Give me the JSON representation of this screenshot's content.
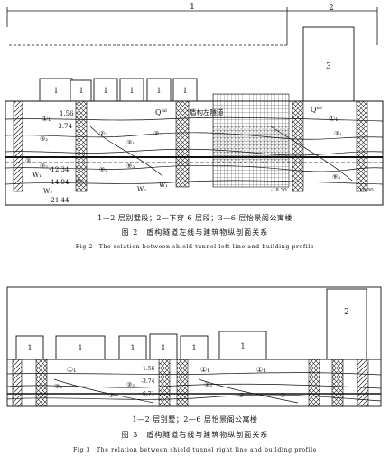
{
  "figure2": {
    "top_labels": [
      "1",
      "2"
    ],
    "buildings": [
      "1",
      "1",
      "1",
      "1",
      "1",
      "1"
    ],
    "tall_building": "3",
    "quaternary_left": "Q",
    "quaternary_left_sup": "ml",
    "quaternary_right": "Q",
    "quaternary_right_sup": "ml",
    "tunnel_label": "盾构左隧道",
    "strata": [
      "①₁",
      "③₂",
      "③",
      "⑨₂",
      "W₁",
      "W₂",
      "⑨₄",
      "⑨₃",
      "②₂",
      "③₁",
      "③₂",
      "⑨₂",
      "W₁",
      "W₂",
      "⑨₄",
      "③₁",
      "①₁"
    ],
    "depths": [
      "1.56",
      "-3.74",
      "-12.34",
      "-14.94",
      "-21.44",
      "-18.30",
      "-18.30"
    ],
    "legend": "1—2 层别墅段；2—下穿 6 层段；3—6 层怡景阁公寓楼",
    "caption_zh": "图 2　盾构隧道左线与建筑物纵剖面关系",
    "caption_en": "Fig 2　The relation between shield tunnel left line and building profile"
  },
  "figure3": {
    "buildings": [
      "1",
      "1",
      "1",
      "1",
      "1",
      "1"
    ],
    "tall_building": "2",
    "strata": [
      "①₁",
      "③₂",
      "③",
      "①₁",
      "③₂",
      "③",
      "①₁",
      "③₂",
      "③"
    ],
    "depths": [
      "1.56",
      "-3.74",
      "-6.71"
    ],
    "legend": "1—2 层别墅；2—6 层怡景阁公寓楼",
    "caption_zh": "图 3　盾构隧道右线与建筑物纵剖面关系",
    "caption_en": "Fig 3　The relation between shield tunnel right line and building profile"
  }
}
